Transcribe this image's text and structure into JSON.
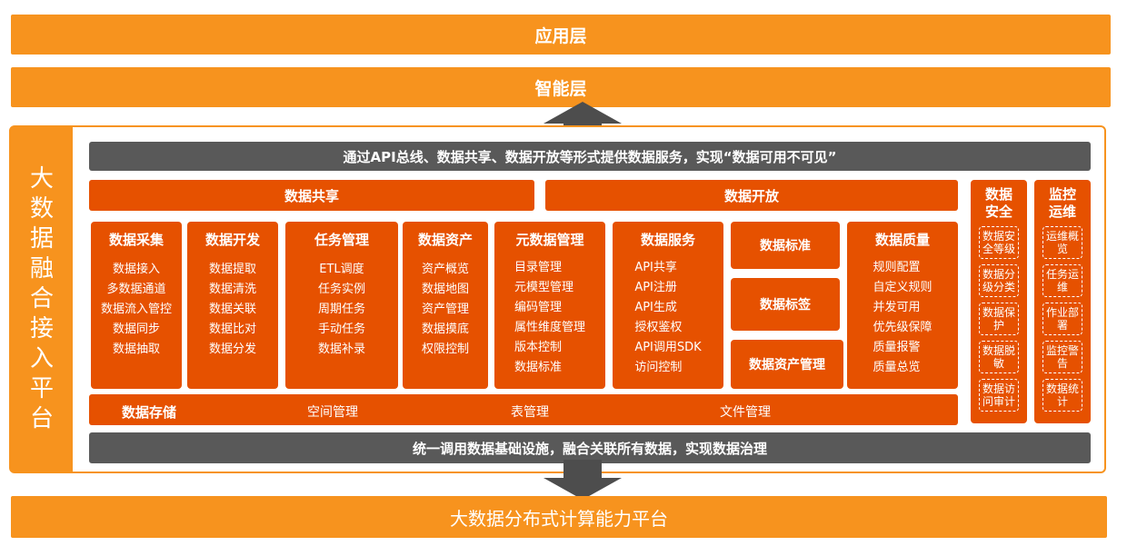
{
  "layers": {
    "application": "应用层",
    "intelligence": "智能层",
    "compute_platform": "大数据分布式计算能力平台"
  },
  "platform_title": "大数据融合接入平台",
  "top_banner": "通过API总线、数据共享、数据开放等形式提供数据服务，实现“数据可用不可见”",
  "bottom_banner": "统一调用数据基础设施，融合关联所有数据，实现数据治理",
  "bands": {
    "data_sharing": "数据共享",
    "data_opening": "数据开放"
  },
  "panels": {
    "collection": {
      "title": "数据采集",
      "items": [
        "数据接入",
        "多数据通道",
        "数据流入管控",
        "数据同步",
        "数据抽取"
      ]
    },
    "development": {
      "title": "数据开发",
      "items": [
        "数据提取",
        "数据清洗",
        "数据关联",
        "数据比对",
        "数据分发"
      ]
    },
    "task": {
      "title": "任务管理",
      "items": [
        "ETL调度",
        "任务实例",
        "周期任务",
        "手动任务",
        "数据补录"
      ]
    },
    "asset": {
      "title": "数据资产",
      "items": [
        "资产概览",
        "数据地图",
        "资产管理",
        "数据摸底",
        "权限控制"
      ]
    },
    "metadata": {
      "title": "元数据管理",
      "items": [
        "目录管理",
        "元模型管理",
        "编码管理",
        "属性维度管理",
        "版本控制",
        "数据标准"
      ]
    },
    "service": {
      "title": "数据服务",
      "items": [
        "API共享",
        "API注册",
        "API生成",
        "授权鉴权",
        "API调用SDK",
        "访问控制"
      ]
    },
    "quality": {
      "title": "数据质量",
      "items": [
        "规则配置",
        "自定义规则",
        "并发可用",
        "优先级保障",
        "质量报警",
        "质量总览"
      ]
    }
  },
  "single_boxes": {
    "standard": "数据标准",
    "tag": "数据标签",
    "asset_mgmt": "数据资产管理"
  },
  "storage": {
    "title": "数据存储",
    "space": "空间管理",
    "table": "表管理",
    "file": "文件管理"
  },
  "security": {
    "title": "数据安全",
    "items": [
      "数据安全等级",
      "数据分级分类",
      "数据保护",
      "数据脱敏",
      "数据访问审计"
    ]
  },
  "ops": {
    "title": "监控运维",
    "items": [
      "运维概览",
      "任务运维",
      "作业部署",
      "监控警告",
      "数据统计"
    ]
  },
  "colors": {
    "orange": "#f7931e",
    "deep_orange": "#e65100",
    "grey": "#595959",
    "arrow": "#4d4d4d"
  }
}
